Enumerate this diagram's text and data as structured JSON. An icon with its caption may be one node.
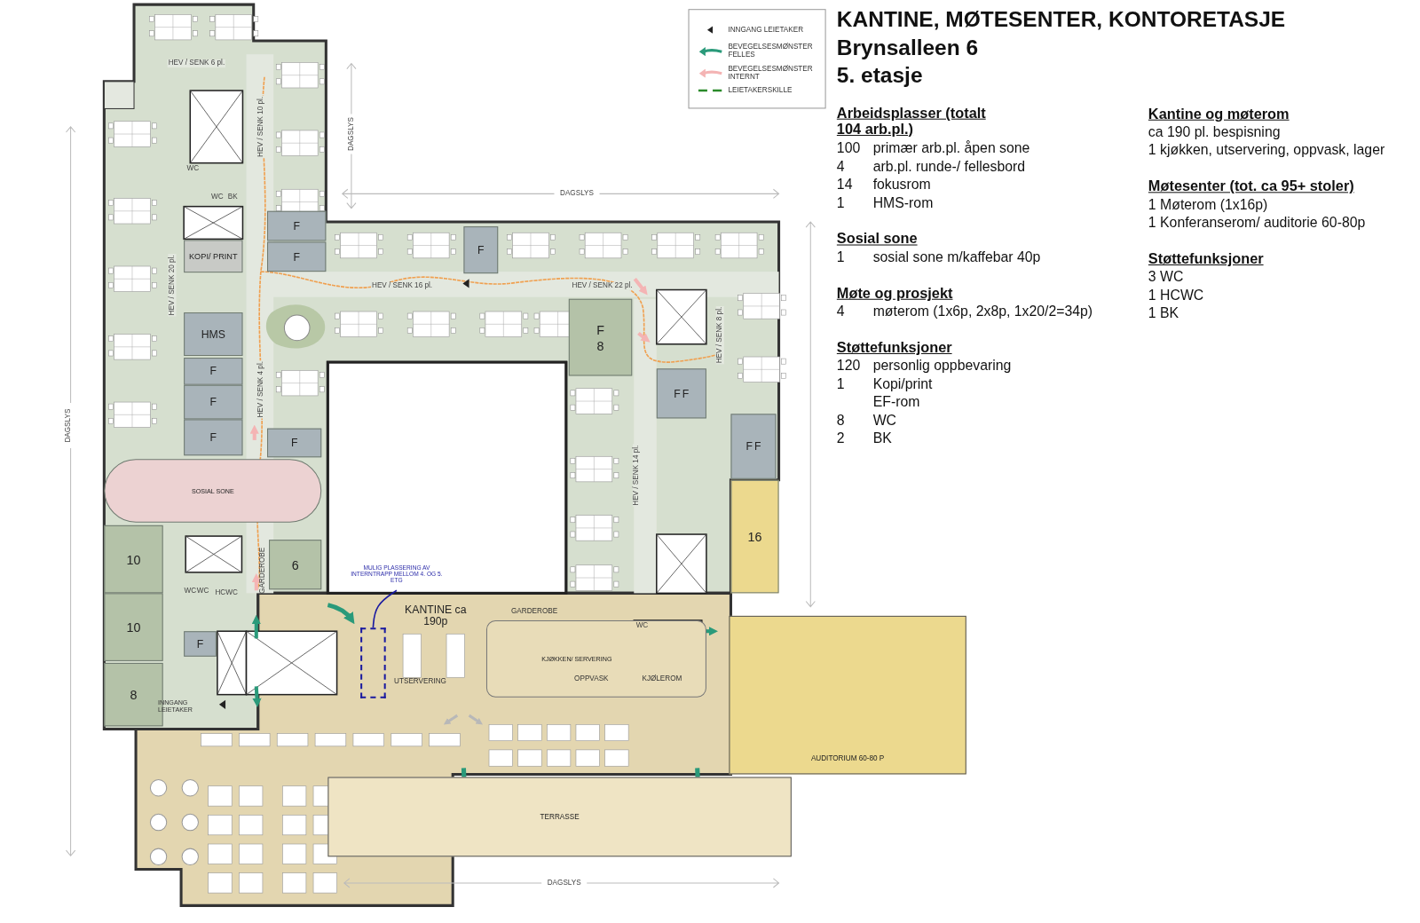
{
  "diagram": {
    "title": "KANTINE, MØTESENTER, KONTORETASJE",
    "nodes": [
      {
        "text": [
          "KOPI/ PRINT"
        ]
      },
      {
        "text": [
          "F"
        ]
      },
      {
        "text": [
          "F"
        ]
      },
      {
        "text": [
          "F"
        ]
      },
      {
        "text": [
          "HMS"
        ]
      },
      {
        "text": [
          "F"
        ]
      },
      {
        "text": [
          "F"
        ]
      },
      {
        "text": [
          "F"
        ]
      },
      {
        "text": [
          "F"
        ]
      },
      {
        "text": [
          "SOSIAL SONE"
        ]
      },
      {
        "text": [
          "F",
          "8"
        ]
      },
      {
        "text": [
          "F",
          "F"
        ]
      },
      {
        "text": [
          "F",
          "F"
        ]
      },
      {
        "text": [
          "10"
        ]
      },
      {
        "text": [
          "10"
        ]
      },
      {
        "text": [
          "6"
        ]
      },
      {
        "text": [
          "16"
        ]
      },
      {
        "text": [
          "F"
        ]
      },
      {
        "text": [
          "8"
        ]
      },
      {
        "text": [
          "MULIG PLASSERING AV INTERNTRAPP MELLOM 4. OG 5. ETG"
        ]
      },
      {
        "text": [],
        "shape": "box"
      },
      {
        "text": [
          "KJØKKEN/ SERVERING"
        ]
      },
      {
        "text": [
          "AUDITORIUM 60-80 P"
        ]
      },
      {
        "text": [
          "TERRASSE"
        ]
      }
    ],
    "edges": [
      {
        "from": 19,
        "to": 20,
        "arrow": "none",
        "color": "#1a1aa0"
      }
    ],
    "labels": [
      "HEV / SENK 6 pl.",
      "HEV / SENK 10 pl.",
      "DAGSLYS",
      "WC",
      "WC",
      "BK",
      "HEV / SENK 20 pl.",
      "DAGSLYS",
      "HEV / SENK 16 pl.",
      "HEV / SENK 22 pl.",
      "HEV / SENK 8 pl.",
      "HEV / SENK 4 pl.",
      "DAGSLYS",
      "HEV / SENK 14 pl.",
      "GARDEROBE",
      "WC",
      "WC",
      "HCWC",
      "KANTINE ca 190p",
      "GARDEROBE",
      "WC",
      "UTSERVERING",
      "OPPVASK",
      "KJØLEROM",
      "INNGANG LEIETAKER",
      "DAGSLYS",
      "Brynsalleen 6",
      "5. etasje",
      "Arbeidsplasser (totalt 104 arb.pl.)",
      "100",
      "primær arb.pl. åpen sone",
      "4",
      "arb.pl. runde-/ fellesbord",
      "14",
      "fokusrom",
      "1",
      "HMS-rom",
      "Sosial sone",
      "1",
      "sosial sone m/kaffebar 40p",
      "Møte og prosjekt",
      "4",
      "møterom (1x6p, 2x8p, 1x20/2=34p)",
      "Støttefunksjoner",
      "120",
      "personlig oppbevaring",
      "1",
      "Kopi/print",
      "EF-rom",
      "8",
      "WC",
      "2",
      "BK",
      "Kantine og møterom",
      "ca 190 pl. bespisning",
      "1 kjøkken, utservering, oppvask, lager",
      "Møtesenter (tot. ca 95+ stoler)",
      "1 Møterom (1x16p)",
      "1 Konferanserom/ auditorie 60-80p",
      "Støttefunksjoner",
      "3 WC",
      "1 HCWC",
      "1 BK"
    ],
    "legend": [
      {
        "text": "INNGANG LEIETAKER"
      },
      {
        "text": "BEVEGELSESMØNSTER FELLES"
      },
      {
        "text": "BEVEGELSESMØNSTER INTERNT"
      },
      {
        "text": "LEIETAKERSKILLE"
      }
    ]
  }
}
